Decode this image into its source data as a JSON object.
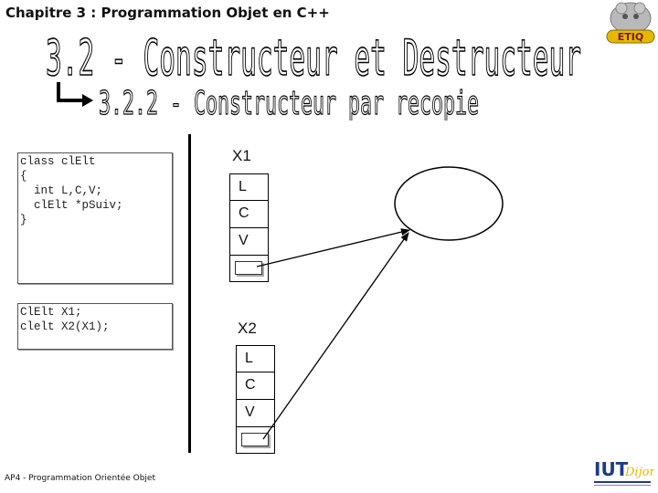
{
  "header": {
    "chapter": "Chapitre 3  :  Programmation Objet en C++",
    "title": "3.2  -  Constructeur et Destructeur",
    "subtitle": "3.2.2  -  Constructeur par recopie"
  },
  "code": {
    "class_def": "class clElt\n{\n  int L,C,V;\n  clElt *pSuiv;\n}",
    "statements": "ClElt X1;\nclelt X2(X1);"
  },
  "objects": [
    {
      "name": "X1",
      "fields": [
        "L",
        "C",
        "V"
      ]
    },
    {
      "name": "X2",
      "fields": [
        "L",
        "C",
        "V"
      ]
    }
  ],
  "footer": {
    "course": "AP4  -  Programmation Orientée Objet",
    "logo_iut": "IUT",
    "logo_iut_city": "Dijon",
    "logo_etiq": "ETIQ"
  },
  "colors": {
    "title_text": "#ffffff",
    "title_outline": "#000000",
    "logo_gold": "#e6b800",
    "logo_blue": "#1a3c8c"
  }
}
